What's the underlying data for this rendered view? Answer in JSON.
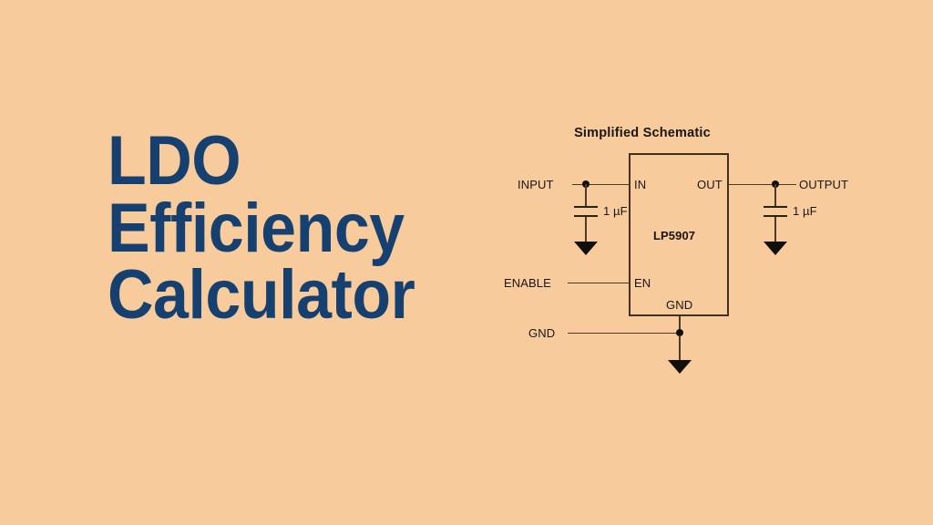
{
  "theme": {
    "background_color": "#f8cb9c",
    "title_color": "#164070",
    "schematic_ink_color": "#191510",
    "wire_color": "#4a3b28"
  },
  "title": {
    "line1": "LDO",
    "line2": "Efficiency",
    "line3": "Calculator",
    "full": "LDO Efficiency Calculator"
  },
  "schematic": {
    "heading": "Simplified Schematic",
    "part_number": "LP5907",
    "pins": {
      "in": "IN",
      "out": "OUT",
      "en": "EN",
      "gnd": "GND"
    },
    "nets": {
      "input": "INPUT",
      "output": "OUTPUT",
      "enable": "ENABLE",
      "gnd": "GND"
    },
    "components": {
      "input_cap_value": "1 µF",
      "output_cap_value": "1 µF"
    }
  }
}
